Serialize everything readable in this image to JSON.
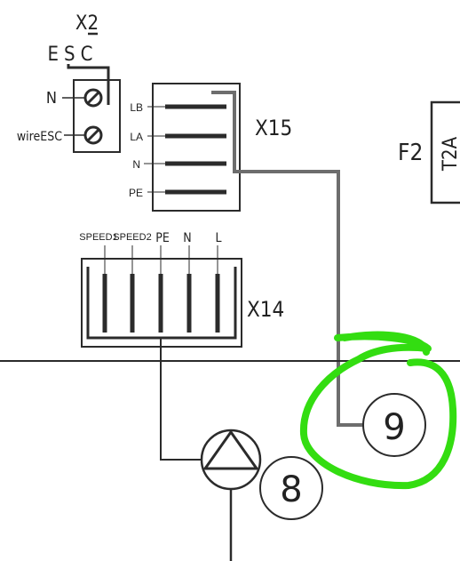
{
  "connectors": {
    "x2": {
      "name": "X2",
      "subtitle": "ESC",
      "terminals": [
        "N",
        "wireESC"
      ]
    },
    "x15": {
      "name": "X15",
      "pins": [
        "LB",
        "LA",
        "N",
        "PE"
      ]
    },
    "x14": {
      "name": "X14",
      "pins": [
        "SPEED1",
        "SPEED2",
        "PE",
        "N",
        "L"
      ]
    }
  },
  "fuse": {
    "name": "F2",
    "rating": "T2A"
  },
  "components": {
    "pump_number": "8",
    "callout_number": "9"
  },
  "colors": {
    "line": "#2b2b2b",
    "wire_highlight": "#6d6d6d",
    "annotation_circle": "#33dd11"
  }
}
